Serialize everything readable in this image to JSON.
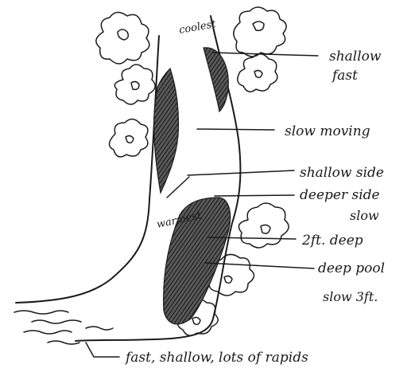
{
  "labels": {
    "coolest": "coolest",
    "warmest": "warmest",
    "shallow": "shallow",
    "fast": "fast",
    "slow_moving": "slow moving",
    "shallow_side": "shallow side",
    "deeper_side": "deeper side",
    "deeper_side_slow": "slow",
    "two_ft_deep": "2ft. deep",
    "deep_pool": "deep pool",
    "slow_3ft": "slow 3ft.",
    "bottom": "fast, shallow, lots of rapids"
  }
}
